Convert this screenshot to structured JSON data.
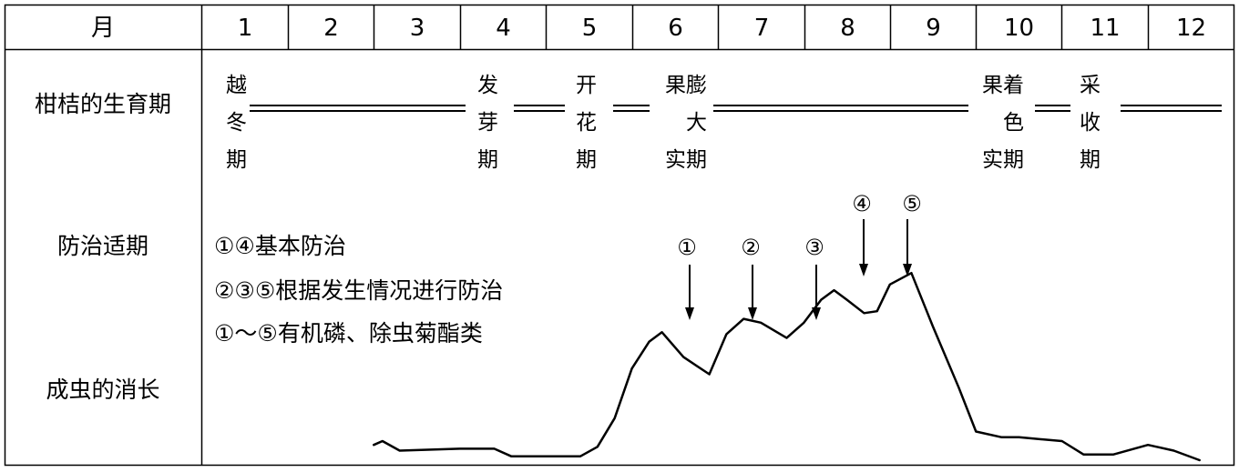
{
  "table": {
    "header_label": "月",
    "months": [
      "1",
      "2",
      "3",
      "4",
      "5",
      "6",
      "7",
      "8",
      "9",
      "10",
      "11",
      "12"
    ],
    "row_labels": {
      "stages": "柑桔的生育期",
      "control": "防治适期",
      "pest": "成虫的消长"
    }
  },
  "stages": [
    {
      "lines": [
        "越",
        "冬",
        "期"
      ]
    },
    {
      "lines": [
        "发",
        "芽",
        "期"
      ]
    },
    {
      "lines": [
        "开",
        "花",
        "期"
      ]
    },
    {
      "lines": [
        "果膨",
        "大",
        "实期"
      ]
    },
    {
      "lines": [
        "果着",
        "色",
        "实期"
      ]
    },
    {
      "lines": [
        "采",
        "收",
        "期"
      ]
    }
  ],
  "legend": {
    "line1": "①④基本防治",
    "line2": "②③⑤根据发生情况进行防治",
    "line3": "①～⑤有机磷、除虫菊酯类"
  },
  "markers": [
    "①",
    "②",
    "③",
    "④",
    "⑤"
  ],
  "chart_data": {
    "type": "line",
    "x_unit": "月",
    "x": [
      3.0,
      3.1,
      3.3,
      4.0,
      4.4,
      4.6,
      5.0,
      5.4,
      5.6,
      5.8,
      6.0,
      6.2,
      6.35,
      6.6,
      6.9,
      7.1,
      7.3,
      7.5,
      7.8,
      8.0,
      8.2,
      8.35,
      8.5,
      8.7,
      8.85,
      9.0,
      9.25,
      9.5,
      9.8,
      10.0,
      10.3,
      10.5,
      11.0,
      11.25,
      11.6,
      12.0,
      12.3,
      12.6
    ],
    "y": [
      0.08,
      0.1,
      0.05,
      0.06,
      0.06,
      0.02,
      0.02,
      0.02,
      0.07,
      0.22,
      0.48,
      0.62,
      0.67,
      0.54,
      0.45,
      0.66,
      0.74,
      0.72,
      0.64,
      0.72,
      0.84,
      0.89,
      0.84,
      0.77,
      0.78,
      0.92,
      0.98,
      0.7,
      0.38,
      0.15,
      0.12,
      0.12,
      0.1,
      0.03,
      0.03,
      0.08,
      0.05,
      0.0
    ]
  }
}
